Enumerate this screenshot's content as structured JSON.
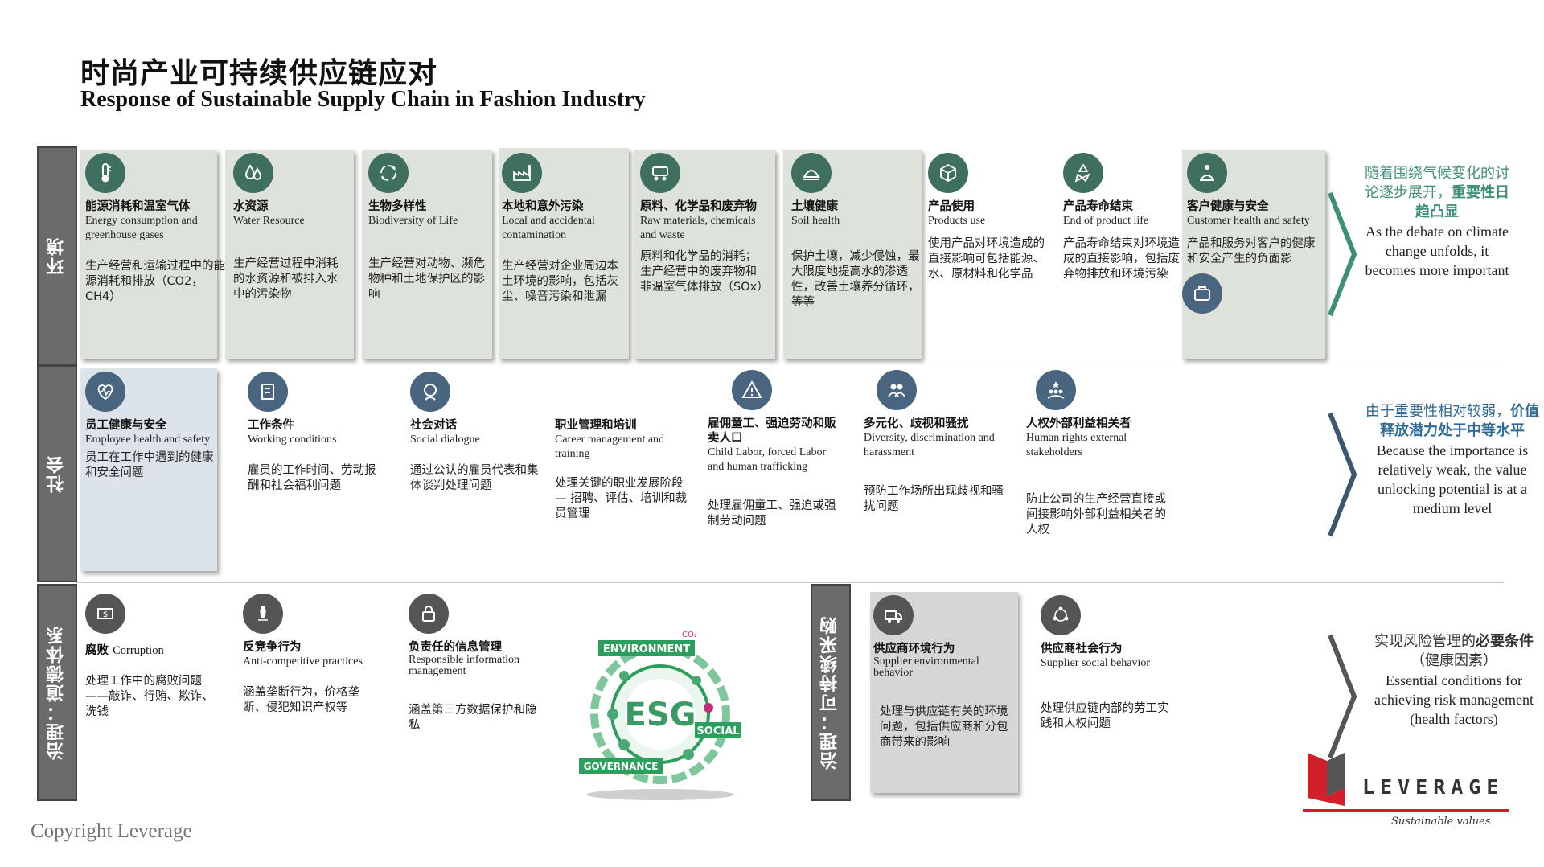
{
  "title": {
    "cn": "时尚产业可持续供应链应对",
    "en": "Response of Sustainable Supply Chain in Fashion Industry"
  },
  "copyright": "Copyright Leverage",
  "sections": {
    "environment": "环境",
    "social": "社会",
    "governance_ethics": "治理：道德体系",
    "governance_procurement": "治理：可持续采购"
  },
  "environment": [
    {
      "icon": "thermometer-icon",
      "cn": "能源消耗和温室气体",
      "en": "Energy consumption and greenhouse gases",
      "desc": "生产经营和运输过程中的能源消耗和排放（CO2，CH4）"
    },
    {
      "icon": "water-drop-icon",
      "cn": "水资源",
      "en": "Water Resource",
      "desc": "生产经营过程中消耗的水资源和被排入水中的污染物"
    },
    {
      "icon": "recycle-circle-icon",
      "cn": "生物多样性",
      "en": "Biodiversity of Life",
      "desc": "生产经营对动物、濒危物种和土地保护区的影响"
    },
    {
      "icon": "factory-icon",
      "cn": "本地和意外污染",
      "en": "Local and accidental contamination",
      "desc": "生产经营对企业周边本土环境的影响，包括灰尘、噪音污染和泄漏"
    },
    {
      "icon": "cart-icon",
      "cn": "原料、化学品和废弃物",
      "en": "Raw materials, chemicals and waste",
      "desc": "原料和化学品的消耗；生产经营中的废弃物和非温室气体排放（SOx）"
    },
    {
      "icon": "soil-icon",
      "cn": "土壤健康",
      "en": "Soil health",
      "desc": "保护土壤，减少侵蚀，最大限度地提高水的渗透性，改善土壤养分循环，等等"
    },
    {
      "icon": "box-icon",
      "cn": "产品使用",
      "en": "Products use",
      "desc": "使用产品对环境造成的直接影响可包括能源、水、原材料和化学品"
    },
    {
      "icon": "recycle-icon",
      "cn": "产品寿命结束",
      "en": "End of product life",
      "desc": "产品寿命结束对环境造成的直接影响，包括废弃物排放和环境污染"
    },
    {
      "icon": "meditation-icon",
      "cn": "客户健康与安全",
      "en": "Customer health and safety",
      "desc": "产品和服务对客户的健康和安全产生的负面影",
      "icon2": "briefcase-icon"
    }
  ],
  "social": [
    {
      "icon": "heartbeat-icon",
      "cn": "员工健康与安全",
      "en": "Employee health and safety",
      "desc": "员工在工作中遇到的健康和安全问题"
    },
    {
      "icon": "building-icon",
      "cn": "工作条件",
      "en": "Working conditions",
      "desc": "雇员的工作时间、劳动报酬和社会福利问题"
    },
    {
      "icon": "person-icon",
      "cn": "社会对话",
      "en": "Social dialogue",
      "desc": "通过公认的雇员代表和集体谈判处理问题"
    },
    {
      "icon": "",
      "cn": "职业管理和培训",
      "en": "Career management and training",
      "desc": "处理关键的职业发展阶段 — 招聘、评估、培训和裁员管理"
    },
    {
      "icon": "warning-icon",
      "cn": "雇佣童工、强迫劳动和贩卖人口",
      "en": "Child Labor, forced Labor and human trafficking",
      "desc": "处理雇佣童工、强迫或强制劳动问题"
    },
    {
      "icon": "group-icon",
      "cn": "多元化、歧视和骚扰",
      "en": "Diversity, discrimination and harassment",
      "desc": "预防工作场所出现歧视和骚扰问题"
    },
    {
      "icon": "people-star-icon",
      "cn": "人权外部利益相关者",
      "en": "Human rights external stakeholders",
      "desc": "防止公司的生产经营直接或间接影响外部利益相关者的人权"
    }
  ],
  "governance": [
    {
      "icon": "money-icon",
      "cn": "腐败",
      "en": "Corruption",
      "desc": "处理工作中的腐败问题——敲诈、行贿、欺诈、洗钱"
    },
    {
      "icon": "chess-icon",
      "cn": "反竞争行为",
      "en": "Anti-competitive practices",
      "desc": "涵盖垄断行为，价格垄断、侵犯知识产权等"
    },
    {
      "icon": "lock-icon",
      "cn": "负责任的信息管理",
      "en": "Responsible information management",
      "desc": "涵盖第三方数据保护和隐私"
    }
  ],
  "procurement": [
    {
      "icon": "truck-icon",
      "cn": "供应商环境行为",
      "en": "Supplier environmental behavior",
      "desc": "处理与供应链有关的环境问题，包括供应商和分包商带来的影响"
    },
    {
      "icon": "network-icon",
      "cn": "供应商社会行为",
      "en": "Supplier social behavior",
      "desc": "处理供应链内部的劳工实践和人权问题"
    }
  ],
  "esg": {
    "center": "ESG",
    "environment": "ENVIRONMENT",
    "social": "SOCIAL",
    "governance": "GOVERNANCE",
    "co2": "CO₂"
  },
  "right": {
    "env": {
      "cn1": "随着围绕气候变化的讨论逐步展开，",
      "cn2": "重要性日趋凸显",
      "en": "As the debate on climate change unfolds, it becomes more important",
      "color": "#3f8f78"
    },
    "soc": {
      "cn1": "由于重要性相对较弱，",
      "cn2": "价值释放潜力处于中等水平",
      "en": "Because the importance is relatively weak, the value unlocking potential is at a medium level",
      "color": "#2f6a94"
    },
    "gov": {
      "cn1": "实现风险管理的",
      "cn2": "必要条件",
      "cn3": "（健康因素）",
      "en": "Essential conditions for achieving risk management (health factors)",
      "color": "#333333"
    }
  },
  "logo": {
    "name": "LEVERAGE",
    "tagline": "Sustainable values",
    "red": "#d0202a"
  },
  "colors": {
    "green": "#3f6f5f",
    "blue": "#4a6580",
    "dark": "#555555"
  }
}
